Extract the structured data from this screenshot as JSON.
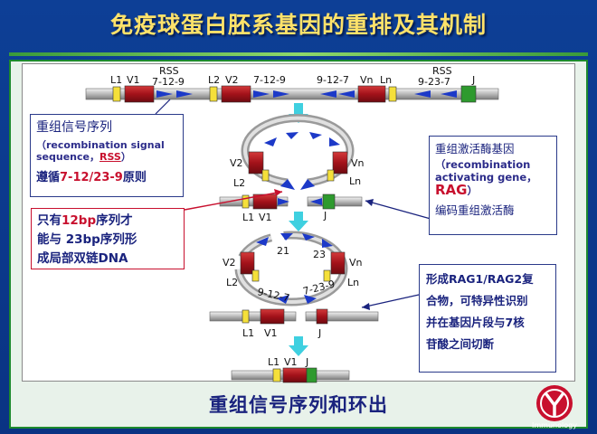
{
  "title": "免疫球蛋白胚系基因的重排及其机制",
  "top_row": {
    "labels": [
      "L1",
      "V1",
      "RSS",
      "7-12-9",
      "L2",
      "V2",
      "7-12-9",
      "9-12-7",
      "Vn",
      "Ln",
      "RSS",
      "9-23-7",
      "J"
    ]
  },
  "loop1": {
    "labels": [
      "V2",
      "Vn",
      "L2",
      "Ln",
      "L1",
      "V1",
      "J"
    ]
  },
  "loop2": {
    "labels": [
      "21",
      "23",
      "V2",
      "Vn",
      "L2",
      "9-12-7",
      "7-23-9",
      "Ln",
      "L1",
      "V1",
      "J"
    ]
  },
  "bottom_row": {
    "labels": [
      "L1",
      "V1",
      "J"
    ]
  },
  "box_rss": {
    "heading": "重组信号序列",
    "english_a": "（recombination signal",
    "english_b": "sequence，",
    "english_rss": "RSS",
    "english_close": "）",
    "rule_prefix": "遵循",
    "rule_red": "7-12/23-9",
    "rule_suffix": "原则"
  },
  "box_12bp": {
    "line1_prefix": "只有",
    "line1_red": "12bp",
    "line1_suffix": "序列才",
    "line2": "能与 23bp序列形",
    "line3": "成局部双链DNA"
  },
  "box_rag": {
    "heading": "重组激活酶基因",
    "english_a": "（recombination",
    "english_b": "activating gene，",
    "rag": "RAG",
    "rag_close": "）",
    "footer": "编码重组激活酶"
  },
  "box_cut": {
    "line1": "形成RAG1/RAG2复",
    "line2": "合物，可特异性识别",
    "line3": "并在基因片段与7核",
    "line4": "苷酸之间切断"
  },
  "caption": "重组信号序列和环出",
  "logo_text": "Immunology",
  "colors": {
    "title": "#ffe26a",
    "background": "#0b3a8c",
    "red_segment": "#a3121a",
    "yellow_segment": "#f5e03a",
    "green_segment": "#2e9a2e",
    "blue_rss": "#1c39c8",
    "arrow": "#3fd0e0"
  }
}
